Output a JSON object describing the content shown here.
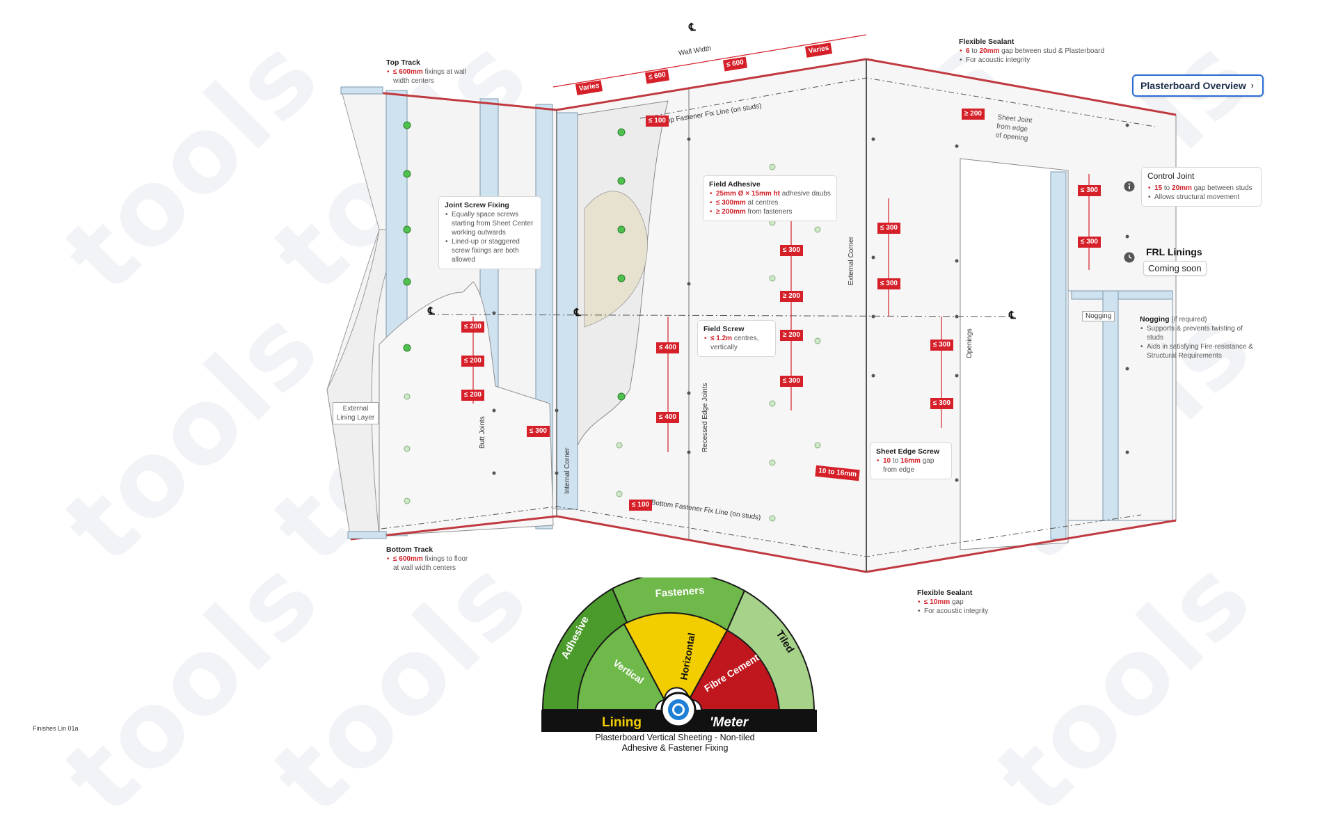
{
  "watermark": "tools",
  "wall_width_label": "Wall Width",
  "cl_symbol": "℄",
  "overview_button": {
    "label": "Plasterboard Overview",
    "chevron": "›"
  },
  "frl": {
    "title": "FRL Linings",
    "status": "Coming soon"
  },
  "footer_code": "Finishes Lin 01a",
  "top_dims": [
    "Varies",
    "≤ 600",
    "≤ 600",
    "Varies"
  ],
  "notes": {
    "top_track": {
      "title": "Top Track",
      "val": "≤ 600mm",
      "text": " fixings at wall width centers"
    },
    "bottom_track": {
      "title": "Bottom Track",
      "val": "≤ 600mm",
      "text": " fixings to floor at wall width centers"
    },
    "flex_sealant_top": {
      "title": "Flexible Sealant",
      "b1_a": "6",
      "b1_mid": " to ",
      "b1_b": "20mm",
      "b1_text": " gap between stud & Plasterboard",
      "b2": "For acoustic integrity"
    },
    "flex_sealant_bottom": {
      "title": "Flexible Sealant",
      "b1_val": "≤ 10mm",
      "b1_text": " gap",
      "b2": "For acoustic integrity"
    },
    "joint_screw": {
      "title": "Joint Screw Fixing",
      "b1": "Equally space screws starting from Sheet Center working outwards",
      "b2": "Lined-up or staggered screw fixings are both allowed"
    },
    "field_adhesive": {
      "title": "Field Adhesive",
      "b1_val": "25mm Ø × 15mm ht",
      "b1_text": " adhesive daubs",
      "b2_val": "≤ 300mm",
      "b2_text": " at centres",
      "b3_val": "≥ 200mm",
      "b3_text": " from fasteners"
    },
    "field_screw": {
      "title": "Field Screw",
      "b1_val": "≤ 1.2m",
      "b1_text": " centres, vertically"
    },
    "sheet_edge_screw": {
      "title": "Sheet Edge Screw",
      "b1_a": "10",
      "b1_mid": " to ",
      "b1_b": "16mm",
      "b1_text": " gap from edge"
    },
    "control_joint": {
      "title": "Control Joint",
      "b1_a": "15",
      "b1_mid": " to ",
      "b1_b": "20mm",
      "b1_text": " gap between studs",
      "b2": "Allows structural movement"
    },
    "nogging": {
      "title": "Nogging",
      "title_suffix": " (if required)",
      "b1": "Supports & prevents twisting of studs",
      "b2": "Aids in satisfying Fire-resistance & Structural Requirements"
    },
    "sheet_joint": {
      "text": "Sheet Joint from edge of opening",
      "dim": "≥ 200"
    }
  },
  "labels": {
    "top_fastener": "Top Fastener Fix Line (on studs)",
    "bottom_fastener": "Bottom Fastener Fix Line (on studs)",
    "external_lining": "External Lining Layer",
    "butt_joints": "Butt Joints",
    "internal_corner": "Internal Corner",
    "recessed_edge": "Recessed Edge Joints",
    "external_corner": "External Corner",
    "openings": "Openings",
    "nogging_tag": "Nogging",
    "edge_gap": "10 to 16mm"
  },
  "dims": {
    "top_screw": "≤ 100",
    "bottom_screw": "≤ 100",
    "butt_col": [
      "≤ 200",
      "≤ 200",
      "≤ 200"
    ],
    "butt_gap": "≤ 300",
    "field_screw_col": [
      "≤ 400",
      "≤ 400"
    ],
    "adhesive_col": [
      "≤ 300",
      "≥ 200",
      "≥ 200",
      "≤ 300"
    ],
    "ext_col": [
      "≤ 300",
      "≤ 300"
    ],
    "opening_col": [
      "≤ 300",
      "≤ 300"
    ],
    "head_col": [
      "≤ 300",
      "≤ 300"
    ]
  },
  "meter": {
    "outer": [
      "Adhesive",
      "Fasteners",
      "Tiled"
    ],
    "inner": [
      "Vertical",
      "Horizontal",
      "Fibre Cement"
    ],
    "bar_left": "Lining",
    "bar_right": "'Meter",
    "caption_1": "Plasterboard Vertical Sheeting - Non-tiled",
    "caption_2": "Adhesive & Fastener Fixing",
    "colors": {
      "dark_green": "#4a9a2c",
      "light_green": "#a6d389",
      "yellow": "#f2cd00",
      "red": "#c0161d",
      "pointer_blue": "#1f7fd6"
    }
  }
}
